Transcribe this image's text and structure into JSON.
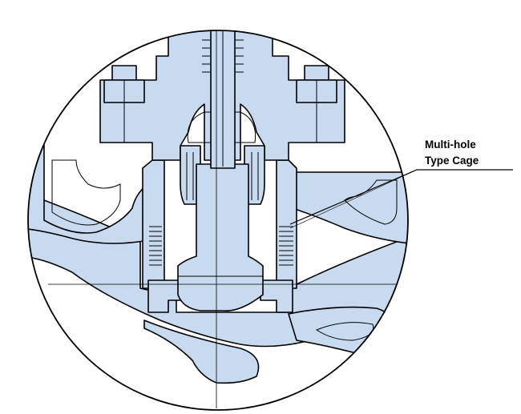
{
  "callout": {
    "line1": "Multi-hole",
    "line2": "Type Cage"
  },
  "colors": {
    "part_fill": "#c7daf0",
    "outline": "#000000",
    "background": "#ffffff"
  },
  "icons": {
    "detail": "valve-cross-section-detail"
  }
}
